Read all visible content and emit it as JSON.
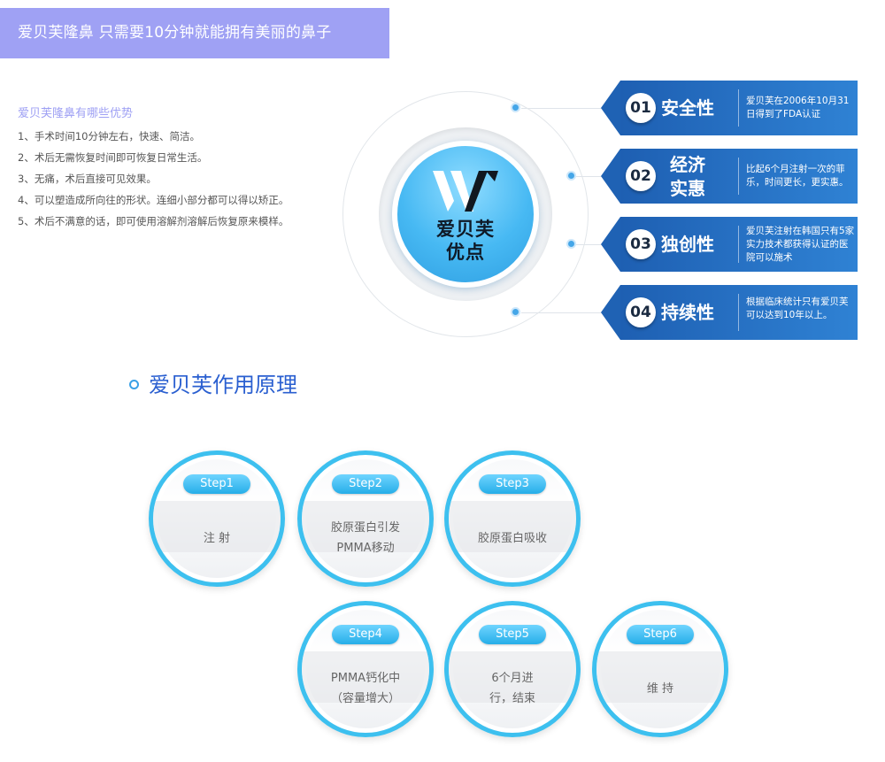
{
  "header": {
    "title": "爱贝芙隆鼻 只需要10分钟就能拥有美丽的鼻子"
  },
  "advantages": {
    "title": "爱贝芙隆鼻有哪些优势",
    "items": [
      "1、手术时间10分钟左右，快速、简洁。",
      "2、术后无需恢复时间即可恢复日常生活。",
      "3、无痛，术后直接可见效果。",
      "4、可以塑造成所向往的形状。连细小部分都可以得以矫正。",
      "5、术后不满意的话，即可使用溶解剂溶解后恢复原来模样。"
    ]
  },
  "center": {
    "line1": "爱贝芙",
    "line2": "优点"
  },
  "features": [
    {
      "num": "01",
      "name": "安全性",
      "desc": "爱贝芙在2006年10月31日得到了FDA认证"
    },
    {
      "num": "02",
      "name_line1": "经济",
      "name_line2": "实惠",
      "desc": "比起6个月注射一次的菲乐，时间更长，更实惠。"
    },
    {
      "num": "03",
      "name": "独创性",
      "desc": "爱贝芙注射在韩国只有5家实力技术都获得认证的医院可以施术"
    },
    {
      "num": "04",
      "name": "持续性",
      "desc": "根据临床统计只有爱贝芙可以达到10年以上。"
    }
  ],
  "principle": {
    "title": "爱贝芙作用原理"
  },
  "steps": [
    {
      "tag": "Step1",
      "line1": "注 射",
      "line2": ""
    },
    {
      "tag": "Step2",
      "line1": "胶原蛋白引发",
      "line2": "PMMA移动"
    },
    {
      "tag": "Step3",
      "line1": "胶原蛋白吸收",
      "line2": ""
    },
    {
      "tag": "Step4",
      "line1": "PMMA钙化中",
      "line2": "（容量增大）"
    },
    {
      "tag": "Step5",
      "line1": "6个月进",
      "line2": "行，结束"
    },
    {
      "tag": "Step6",
      "line1": "维 持",
      "line2": ""
    }
  ]
}
